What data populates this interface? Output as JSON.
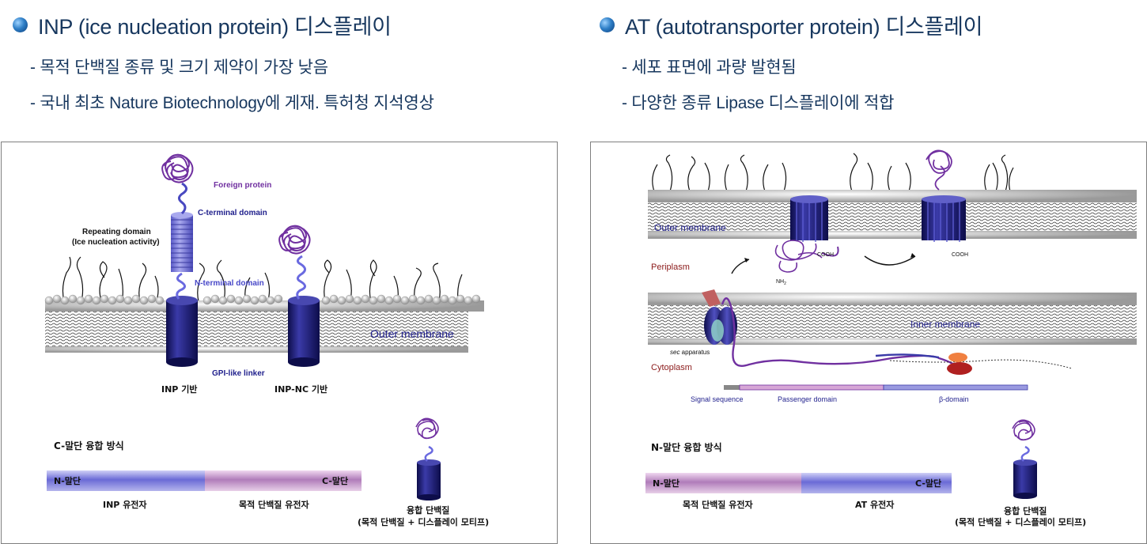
{
  "left": {
    "heading": "INP (ice nucleation protein) 디스플레이",
    "bullets": [
      "- 목적 단백질 종류 및 크기 제약이 가장 낮음",
      "- 국내 최초 Nature Biotechnology에 게재. 특허청 지석영상"
    ],
    "diagram": {
      "foreign_protein": "Foreign protein",
      "c_terminal_domain": "C-terminal domain",
      "repeating_domain_1": "Repeating domain",
      "repeating_domain_2": "(Ice nucleation activity)",
      "n_terminal_domain": "N-terminal domain",
      "outer_membrane": "Outer membrane",
      "gpi_linker": "GPI-like linker",
      "inp_base": "INP 기반",
      "inp_nc_base": "INP-NC 기반",
      "fusion_method": "C-말단 융합 방식",
      "bar_left_label": "N-말단",
      "bar_right_label": "C-말단",
      "gene1": "INP 유전자",
      "gene2": "목적 단백질 유전자",
      "fusion_protein": "융합 단백질",
      "fusion_protein_sub": "(목적 단백질 + 디스플레이 모티프)"
    }
  },
  "right": {
    "heading": "AT (autotransporter protein) 디스플레이",
    "bullets": [
      "- 세포 표면에 과량 발현됨",
      "- 다양한 종류 Lipase 디스플레이에 적합"
    ],
    "diagram": {
      "outer_membrane": "Outer membrane",
      "periplasm": "Periplasm",
      "inner_membrane": "Inner membrane",
      "cytoplasm": "Cytoplasm",
      "sec_italic": "sec",
      "sec_rest": " apparatus",
      "cooh_1": "COOH",
      "cooh_2": "COOH",
      "nh2": "NH",
      "nh2_sub": "2",
      "signal_sequence": "Signal sequence",
      "passenger_domain": "Passenger domain",
      "beta_domain": "β-domain",
      "fusion_method": "N-말단 융합 방식",
      "bar_left_label": "N-말단",
      "bar_right_label": "C-말단",
      "gene1": "목적 단백질 유전자",
      "gene2": "AT 유전자",
      "fusion_protein": "융합 단백질",
      "fusion_protein_sub": "(목적 단백질 + 디스플레이 모티프)"
    }
  },
  "colors": {
    "heading": "#17375e",
    "protein_purple": "#7030a0",
    "barrel_navy": "#1f1f6e",
    "label_blue": "#1f1f8c",
    "periplasm_red": "#8b1a1a"
  }
}
